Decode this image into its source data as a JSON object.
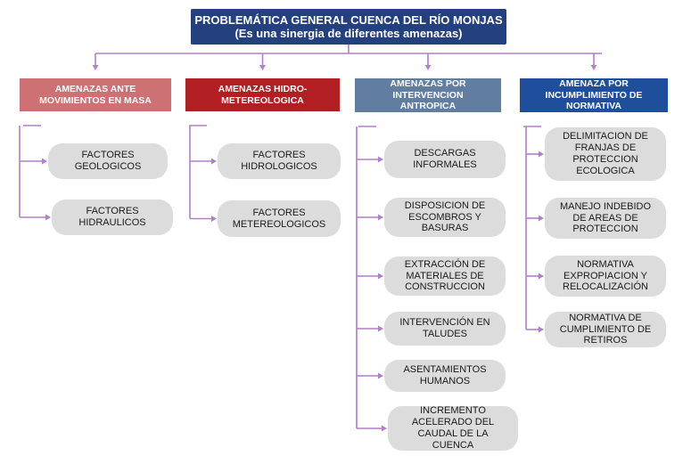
{
  "title": {
    "line1": "PROBLEMÁTICA GENERAL CUENCA DEL RÍO MONJAS",
    "line2": "(Es una sinergia de diferentes amenazas)"
  },
  "colors": {
    "title_bg": "#24407f",
    "connector": "#b27fc9",
    "item_bg": "#dddcdd"
  },
  "categories": [
    {
      "label": "AMENAZAS ANTE\nMOVIMIENTOS EN MASA",
      "color": "#cd7174",
      "items": [
        "FACTORES\nGEOLOGICOS",
        "FACTORES\nHIDRAULICOS"
      ]
    },
    {
      "label": "AMENAZAS HIDRO-\nMETEREOLOGICA",
      "color": "#b21f22",
      "items": [
        "FACTORES\nHIDROLOGICOS",
        "FACTORES\nMETEREOLOGICOS"
      ]
    },
    {
      "label": "AMENAZAS POR\nINTERVENCION\nANTROPICA",
      "color": "#617ea0",
      "items": [
        "DESCARGAS\nINFORMALES",
        "DISPOSICION DE\nESCOMBROS Y\nBASURAS",
        "EXTRACCIÓN DE\nMATERIALES DE\nCONSTRUCCION",
        "INTERVENCIÓN EN\nTALUDES",
        "ASENTAMIENTOS\nHUMANOS",
        "INCREMENTO\nACELERADO DEL\nCAUDAL DE LA\nCUENCA"
      ]
    },
    {
      "label": "AMENAZA POR\nINCUMPLIMIENTO DE\nNORMATIVA",
      "color": "#1f4e9c",
      "items": [
        "DELIMITACION DE\nFRANJAS DE\nPROTECCION\nECOLOGICA",
        "MANEJO INDEBIDO\nDE AREAS DE\nPROTECCION",
        "NORMATIVA\nEXPROPIACION Y\nRELOCALIZACIÓN",
        "NORMATIVA DE\nCUMPLIMIENTO DE\nRETIROS"
      ]
    }
  ]
}
